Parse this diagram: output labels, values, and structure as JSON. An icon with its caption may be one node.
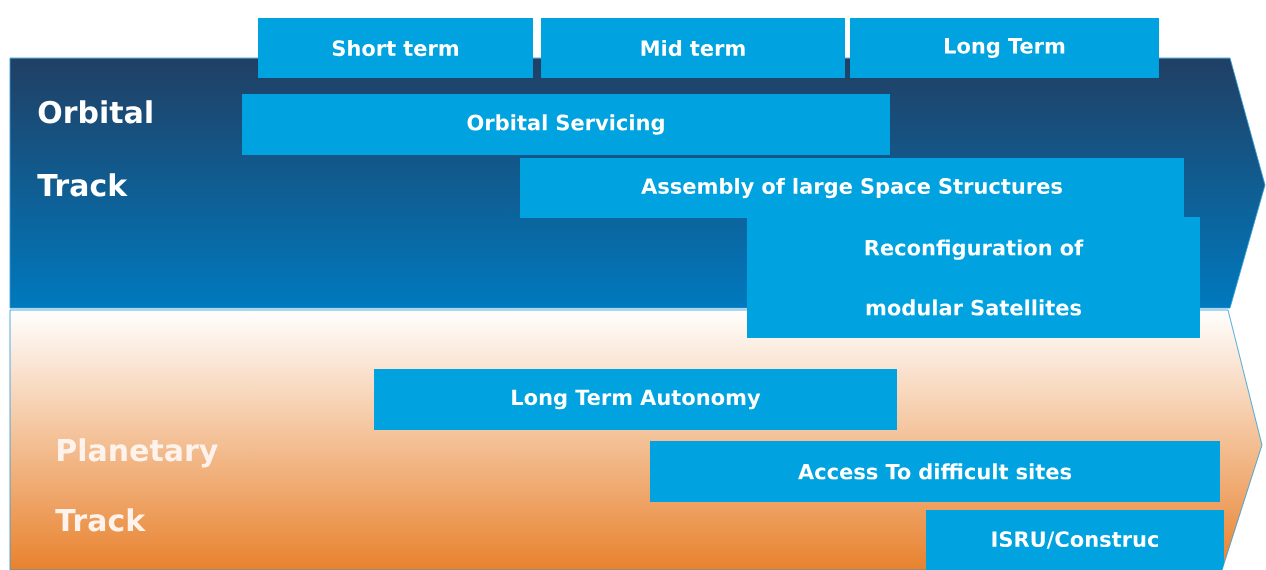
{
  "diagram": {
    "nodes": [
      {
        "text": [
          "Short term"
        ]
      },
      {
        "text": [
          "Mid term"
        ]
      },
      {
        "text": [
          "Long Term"
        ]
      },
      {
        "text": [
          "Orbital Track"
        ]
      },
      {
        "text": [
          "Orbital Servicing"
        ],
        "in": 3
      },
      {
        "text": [
          "Assembly of large Space Structures"
        ],
        "in": 3
      },
      {
        "text": [
          "Reconfiguration of modular Satellites"
        ]
      },
      {
        "text": [
          "Planetary Track"
        ]
      },
      {
        "text": [
          "Long Term Autonomy"
        ],
        "in": 7
      },
      {
        "text": [
          "Access To difficult sites"
        ],
        "in": 7
      },
      {
        "text": [
          "ISRU/Construc"
        ],
        "in": 7
      }
    ]
  }
}
